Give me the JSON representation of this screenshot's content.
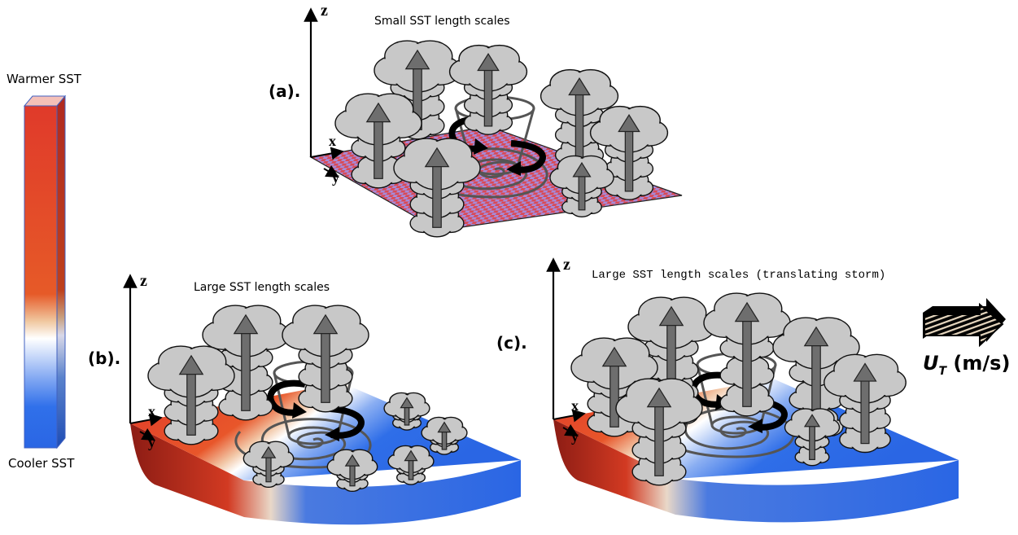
{
  "colorbar": {
    "top_label": "Warmer SST",
    "bottom_label": "Cooler SST",
    "warm_color": "#e03a2a",
    "cool_color": "#2f6ee8"
  },
  "panel_a": {
    "letter": "(a).",
    "title": "Small SST length scales",
    "axes": {
      "x": "x",
      "y": "y",
      "z": "z"
    }
  },
  "panel_b": {
    "letter": "(b).",
    "title": "Large SST length scales",
    "axes": {
      "x": "x",
      "y": "y",
      "z": "z"
    }
  },
  "panel_c": {
    "letter": "(c).",
    "title": "Large SST length scales (translating storm)",
    "axes": {
      "x": "x",
      "y": "y",
      "z": "z"
    }
  },
  "translation": {
    "symbol": "U",
    "subscript": "T",
    "units": "(m/s)"
  },
  "icons": [
    "cloud-icon",
    "updraft-arrow-icon",
    "rotation-arrow-icon",
    "eyewall-cylinder-icon",
    "spiral-icon",
    "translation-arrow-icon"
  ]
}
